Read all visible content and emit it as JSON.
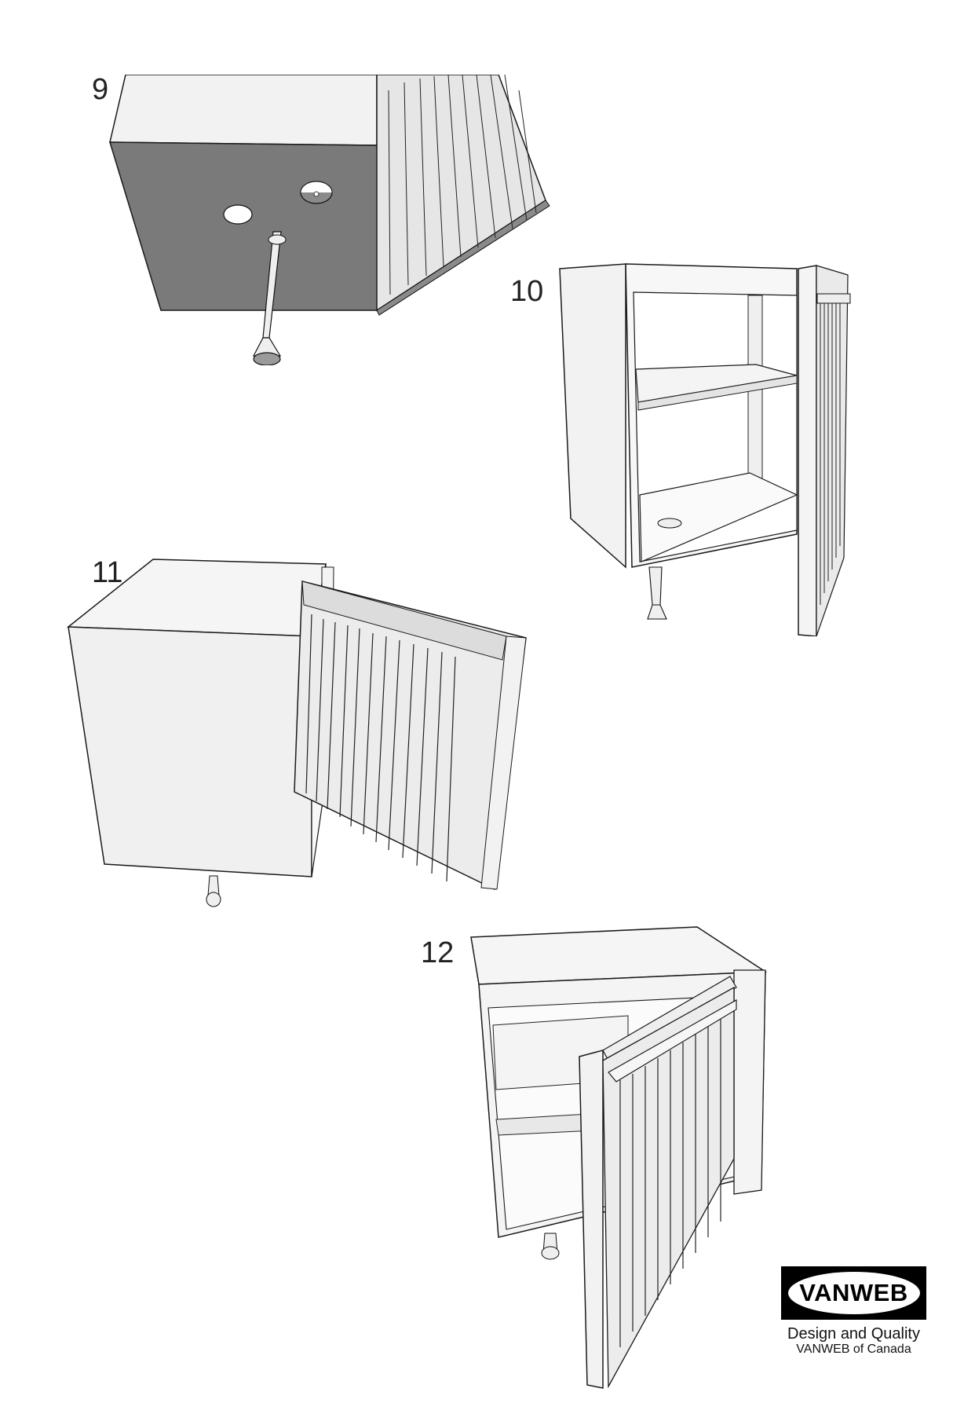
{
  "steps": [
    {
      "number": "9",
      "description": "Cabinet upside down: attach legs to base plate"
    },
    {
      "number": "10",
      "description": "Cabinet upright with door open, shelf inside"
    },
    {
      "number": "11",
      "description": "Cabinet and slatted door separated"
    },
    {
      "number": "12",
      "description": "Cabinet with door mounted, partially open"
    }
  ],
  "brand": {
    "logo_text": "VANWEB",
    "tagline": "Design and Quality",
    "subtitle": "VANWEB of Canada"
  },
  "colors": {
    "line": "#1a1a1a",
    "panel_light": "#f3f3f3",
    "panel_mid": "#e2e2e2",
    "panel_dark": "#7a7a7a",
    "background": "#ffffff"
  }
}
